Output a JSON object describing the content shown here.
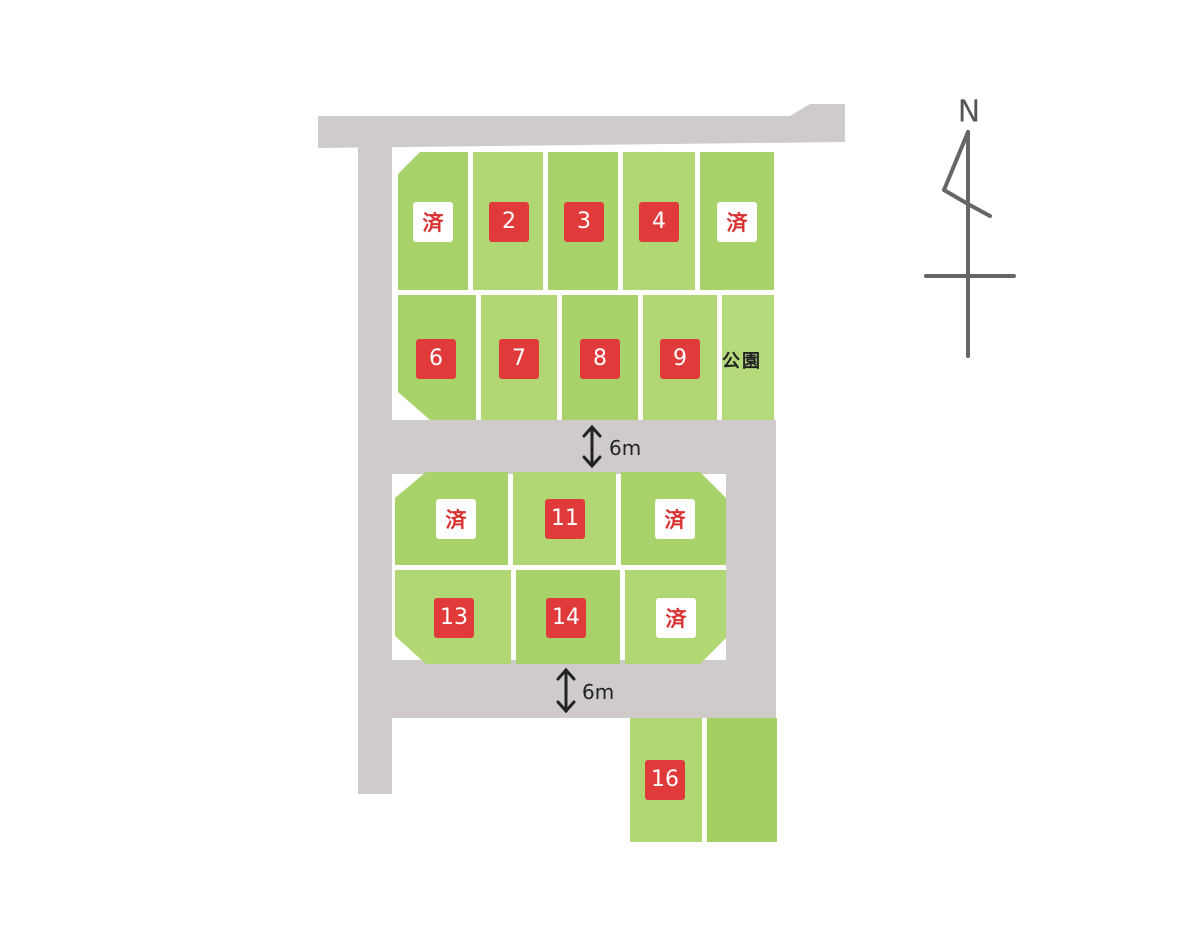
{
  "lots": [
    {
      "id": "lot-1",
      "label": "済",
      "status": "sold"
    },
    {
      "id": "lot-2",
      "label": "2",
      "status": "available"
    },
    {
      "id": "lot-3",
      "label": "3",
      "status": "available"
    },
    {
      "id": "lot-4",
      "label": "4",
      "status": "available"
    },
    {
      "id": "lot-5",
      "label": "済",
      "status": "sold"
    },
    {
      "id": "lot-6",
      "label": "6",
      "status": "available"
    },
    {
      "id": "lot-7",
      "label": "7",
      "status": "available"
    },
    {
      "id": "lot-8",
      "label": "8",
      "status": "available"
    },
    {
      "id": "lot-9",
      "label": "9",
      "status": "available"
    },
    {
      "id": "lot-10",
      "label": "済",
      "status": "sold"
    },
    {
      "id": "lot-11",
      "label": "11",
      "status": "available"
    },
    {
      "id": "lot-12",
      "label": "済",
      "status": "sold"
    },
    {
      "id": "lot-13",
      "label": "13",
      "status": "available"
    },
    {
      "id": "lot-14",
      "label": "14",
      "status": "available"
    },
    {
      "id": "lot-15",
      "label": "済",
      "status": "sold"
    },
    {
      "id": "lot-16",
      "label": "16",
      "status": "available"
    }
  ],
  "park_label": "公園",
  "road_width_upper": "6m",
  "road_width_lower": "6m",
  "north_label": "N",
  "colors": {
    "road": "#cfcbca",
    "lot_green": "#a8d36b",
    "lot_green_light": "#b4da7c",
    "available_badge": "#e03a3a",
    "sold_text": "#d93030"
  }
}
